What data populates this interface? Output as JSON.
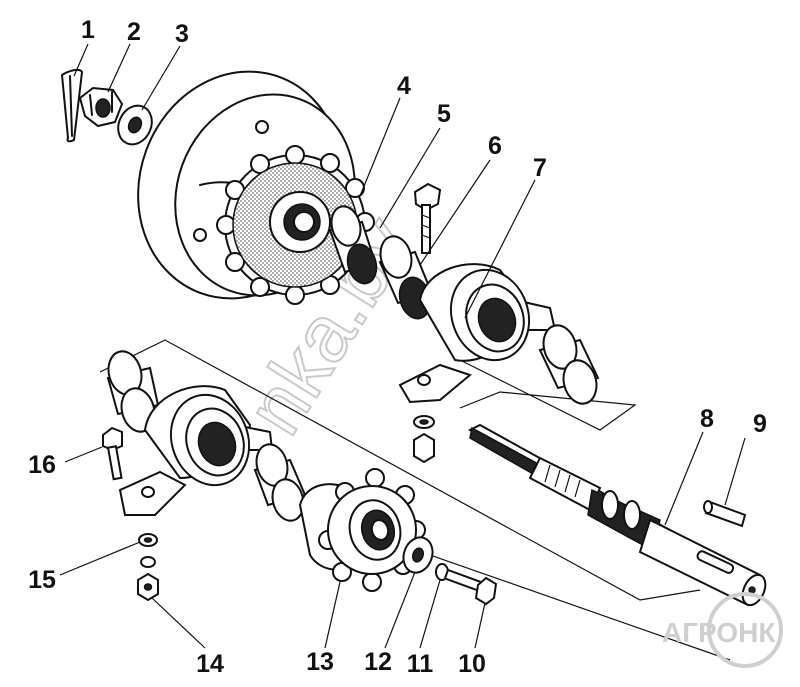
{
  "callouts": [
    {
      "id": "1",
      "label": "1"
    },
    {
      "id": "2",
      "label": "2"
    },
    {
      "id": "3",
      "label": "3"
    },
    {
      "id": "4",
      "label": "4"
    },
    {
      "id": "5",
      "label": "5"
    },
    {
      "id": "6",
      "label": "6"
    },
    {
      "id": "7",
      "label": "7"
    },
    {
      "id": "8",
      "label": "8"
    },
    {
      "id": "9",
      "label": "9"
    },
    {
      "id": "10",
      "label": "10"
    },
    {
      "id": "11",
      "label": "11"
    },
    {
      "id": "12",
      "label": "12"
    },
    {
      "id": "13",
      "label": "13"
    },
    {
      "id": "14",
      "label": "14"
    },
    {
      "id": "15",
      "label": "15"
    },
    {
      "id": "16",
      "label": "16"
    }
  ],
  "watermark": {
    "text": "nka.by",
    "color": "#c9c9c9"
  },
  "logo": {
    "text": "АГРОНК",
    "color": "#cfcfcf"
  }
}
